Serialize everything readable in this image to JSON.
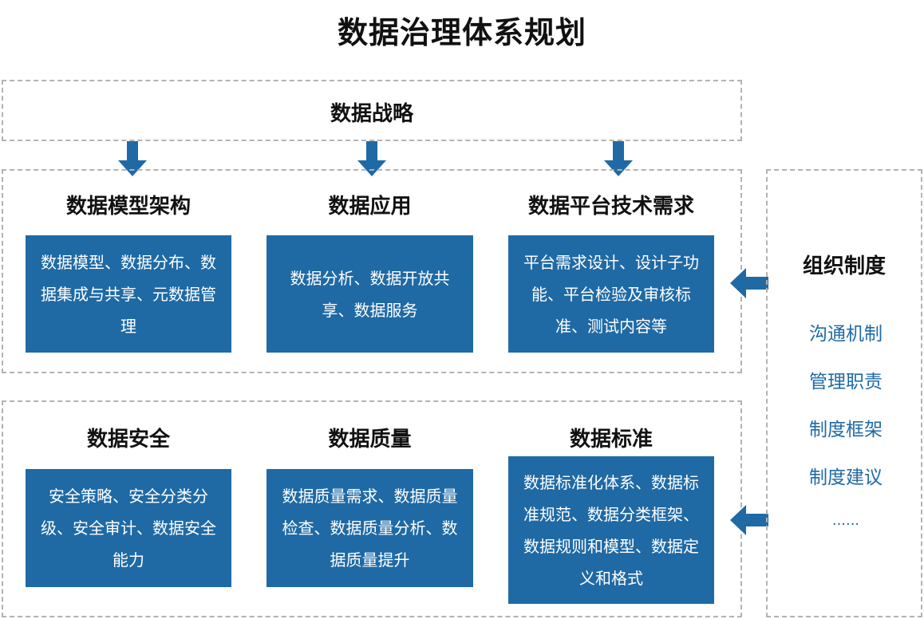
{
  "title": "数据治理体系规划",
  "strategy": {
    "label": "数据战略"
  },
  "row1": [
    {
      "heading": "数据模型架构",
      "body": "数据模型、数据分布、数据集成与共享、元数据管理"
    },
    {
      "heading": "数据应用",
      "body": "数据分析、数据开放共享、数据服务"
    },
    {
      "heading": "数据平台技术需求",
      "body": "平台需求设计、设计子功能、平台检验及审核标准、测试内容等"
    }
  ],
  "row2": [
    {
      "heading": "数据安全",
      "body": "安全策略、安全分类分级、安全审计、数据安全能力"
    },
    {
      "heading": "数据质量",
      "body": "数据质量需求、数据质量检查、数据质量分析、数据质量提升"
    },
    {
      "heading": "数据标准",
      "body": "数据标准化体系、数据标准规范、数据分类框架、数据规则和模型、数据定义和格式"
    }
  ],
  "org": {
    "heading": "组织制度",
    "items": [
      "沟通机制",
      "管理职责",
      "制度框架",
      "制度建议",
      "......"
    ]
  },
  "colors": {
    "card": "#1f6aa5",
    "arrow": "#1f6aa5",
    "dash": "#b3b3b3"
  },
  "icons": {
    "down_arrow": "arrow-down-icon",
    "left_arrow": "arrow-left-icon"
  }
}
